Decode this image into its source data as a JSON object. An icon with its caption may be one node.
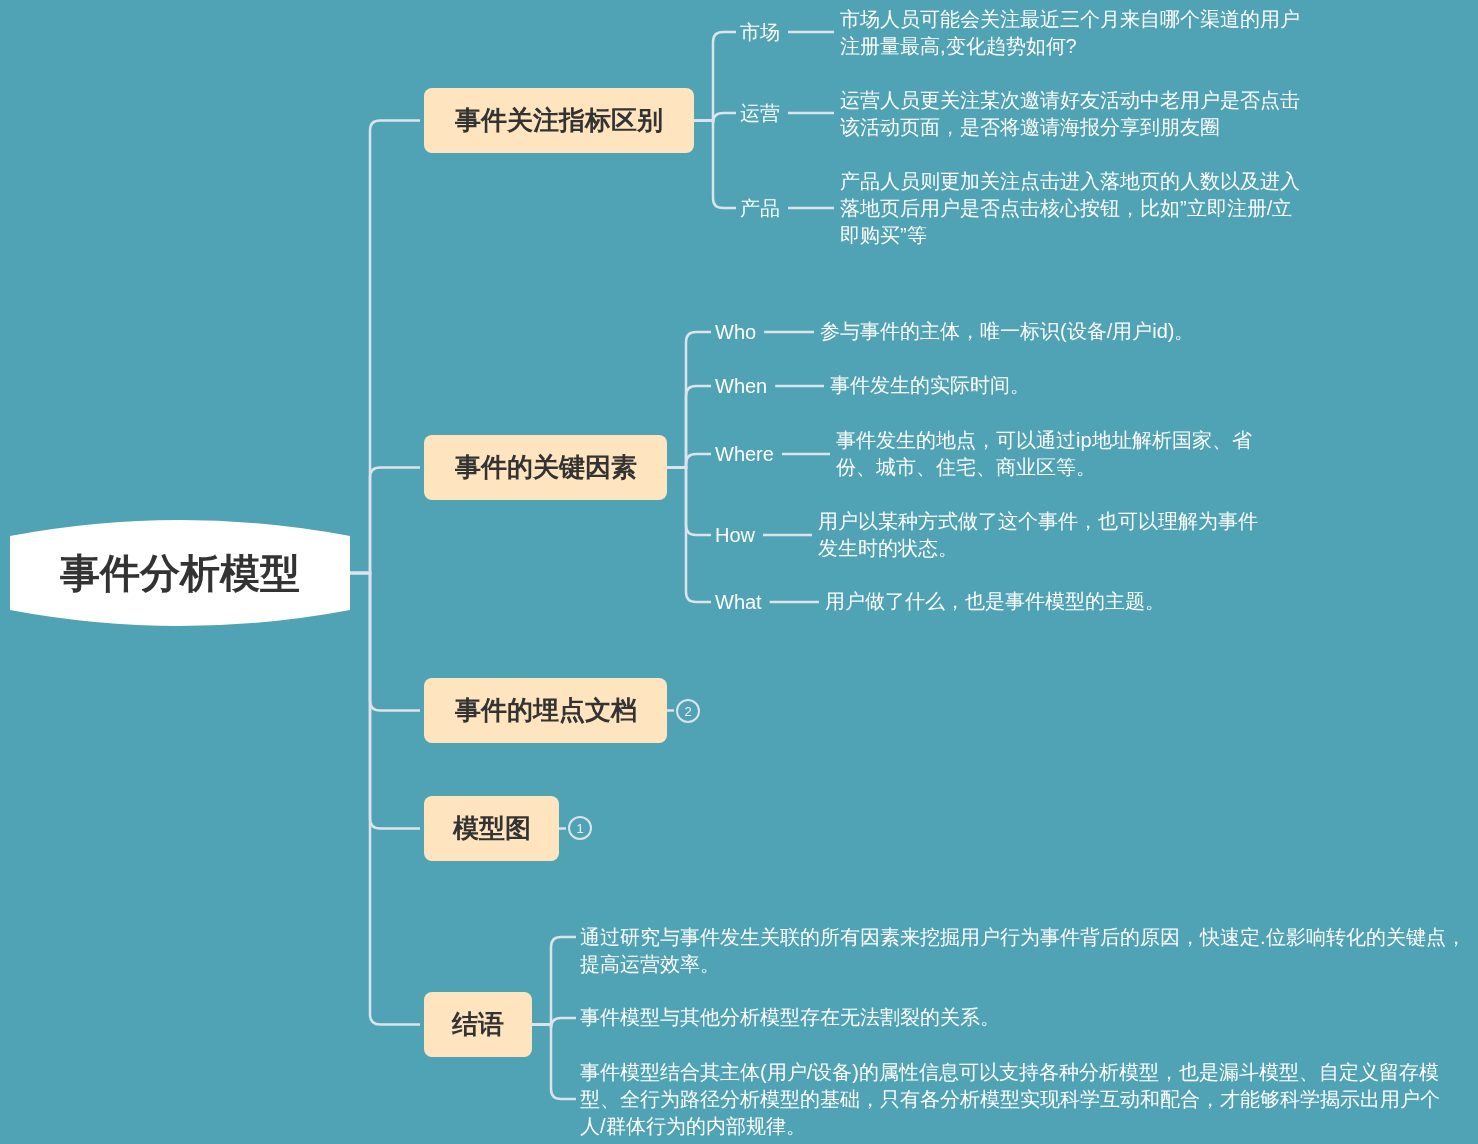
{
  "diagram": {
    "nodes": [
      {
        "text": [
          "事件分析模型"
        ]
      },
      {
        "text": [
          "事件关注指标区别"
        ]
      },
      {
        "text": [
          "市场"
        ]
      },
      {
        "text": [
          "市场人员可能会关注最近三个月来自哪个渠道的用户注册量最高,变化趋势如何?"
        ]
      },
      {
        "text": [
          "运营"
        ]
      },
      {
        "text": [
          "运营人员更关注某次邀请好友活动中老用户是否点击该活动页面，是否将邀请海报分享到朋友圈"
        ]
      },
      {
        "text": [
          "产品"
        ]
      },
      {
        "text": [
          "产品人员则更加关注点击进入落地页的人数以及进入落地页后用户是否点击核心按钮，比如”立即注册/立即购买”等"
        ]
      },
      {
        "text": [
          "事件的关键因素"
        ]
      },
      {
        "text": [
          "Who"
        ]
      },
      {
        "text": [
          "参与事件的主体，唯一标识(设备/用户id)。"
        ]
      },
      {
        "text": [
          "When"
        ]
      },
      {
        "text": [
          "事件发生的实际时间。"
        ]
      },
      {
        "text": [
          "Where"
        ]
      },
      {
        "text": [
          "事件发生的地点，可以通过ip地址解析国家、省份、城市、住宅、商业区等。"
        ]
      },
      {
        "text": [
          "How"
        ]
      },
      {
        "text": [
          "用户以某种方式做了这个事件，也可以理解为事件发生时的状态。"
        ]
      },
      {
        "text": [
          "What"
        ]
      },
      {
        "text": [
          "用户做了什么，也是事件模型的主题。"
        ]
      },
      {
        "text": [
          "事件的埋点文档"
        ]
      },
      {
        "text": [
          "2"
        ]
      },
      {
        "text": [
          "模型图"
        ]
      },
      {
        "text": [
          "1"
        ]
      },
      {
        "text": [
          "结语"
        ]
      },
      {
        "text": [
          "通过研究与事件发生关联的所有因素来挖掘用户行为事件背后的原因，快速定.位影响转化的关键点，提高运营效率。"
        ]
      },
      {
        "text": [
          "事件模型与其他分析模型存在无法割裂的关系。"
        ]
      },
      {
        "text": [
          "事件模型结合其主体(用户/设备)的属性信息可以支持各种分析模型，也是漏斗模型、自定义留存模型、全行为路径分析模型的基础，只有各分析模型实现科学互动和配合，才能够科学揭示出用户个人/群体行为的内部规律。"
        ]
      }
    ],
    "edges": [
      {
        "from": 0,
        "to": 1,
        "arrow": "none"
      },
      {
        "from": 1,
        "to": 2,
        "arrow": "none"
      },
      {
        "from": 2,
        "to": 3,
        "arrow": "none"
      },
      {
        "from": 1,
        "to": 4,
        "arrow": "none"
      },
      {
        "from": 4,
        "to": 5,
        "arrow": "none"
      },
      {
        "from": 1,
        "to": 6,
        "arrow": "none"
      },
      {
        "from": 6,
        "to": 7,
        "arrow": "none"
      },
      {
        "from": 0,
        "to": 8,
        "arrow": "none"
      },
      {
        "from": 8,
        "to": 9,
        "arrow": "none"
      },
      {
        "from": 9,
        "to": 10,
        "arrow": "none"
      },
      {
        "from": 8,
        "to": 11,
        "arrow": "none"
      },
      {
        "from": 11,
        "to": 12,
        "arrow": "none"
      },
      {
        "from": 8,
        "to": 13,
        "arrow": "none"
      },
      {
        "from": 13,
        "to": 14,
        "arrow": "none"
      },
      {
        "from": 8,
        "to": 15,
        "arrow": "none"
      },
      {
        "from": 15,
        "to": 16,
        "arrow": "none"
      },
      {
        "from": 8,
        "to": 17,
        "arrow": "none"
      },
      {
        "from": 17,
        "to": 18,
        "arrow": "none"
      },
      {
        "from": 0,
        "to": 19,
        "arrow": "none"
      },
      {
        "from": 19,
        "to": 20,
        "arrow": "none"
      },
      {
        "from": 0,
        "to": 21,
        "arrow": "none"
      },
      {
        "from": 21,
        "to": 22,
        "arrow": "none"
      },
      {
        "from": 0,
        "to": 23,
        "arrow": "none"
      },
      {
        "from": 23,
        "to": 24,
        "arrow": "none"
      },
      {
        "from": 23,
        "to": 25,
        "arrow": "none"
      },
      {
        "from": 23,
        "to": 26,
        "arrow": "none"
      }
    ]
  }
}
